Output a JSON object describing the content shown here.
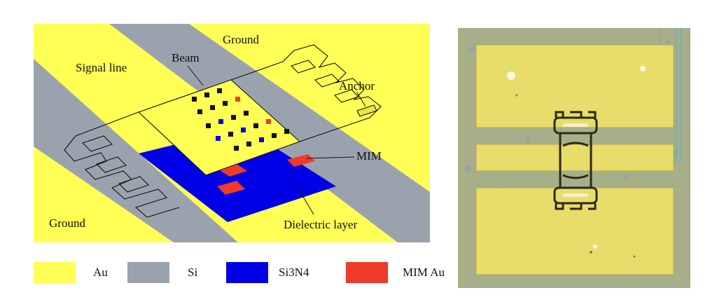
{
  "labels": {
    "signal_line": "Signal line",
    "ground_top": "Ground",
    "ground_bottom": "Ground",
    "beam": "Beam",
    "anchor": "Anchor",
    "mim": "MIM",
    "dielectric": "Dielectric layer"
  },
  "legend": [
    {
      "label": "Au",
      "color": "#ffff55"
    },
    {
      "label": "Si",
      "color": "#9aa3ad"
    },
    {
      "label": "Si3N4",
      "color": "#0000e6"
    },
    {
      "label": "MIM Au",
      "color": "#f03a2a"
    }
  ],
  "colors": {
    "au": "#ffff55",
    "si": "#9aa3ad",
    "si3n4": "#0000e6",
    "mim": "#f03a2a",
    "photo_gold": "#e8dc6a",
    "photo_substrate": "#a8ad8a"
  }
}
